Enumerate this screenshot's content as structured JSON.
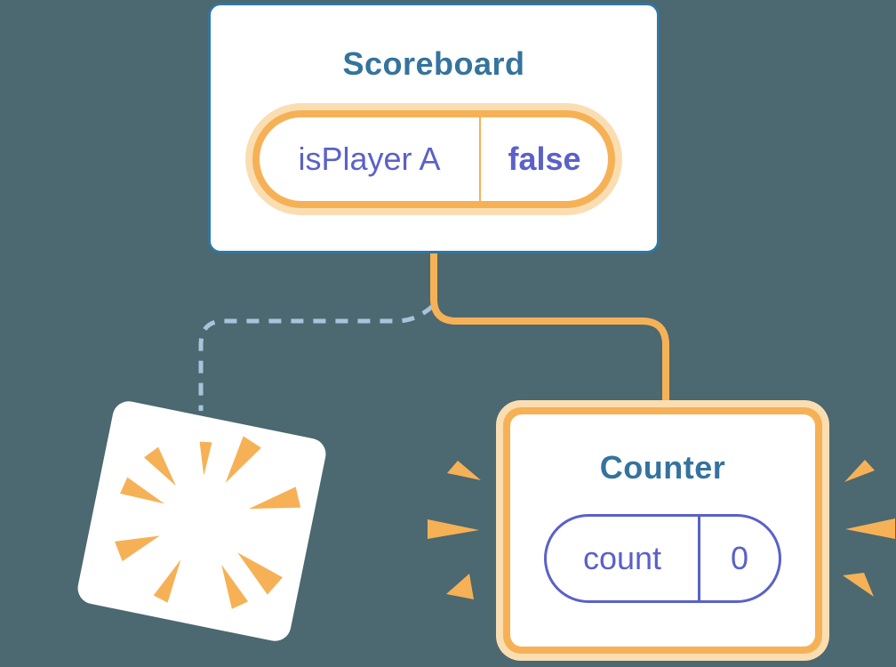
{
  "colors": {
    "background": "#4C6870",
    "card_bg": "#FFFFFF",
    "card_border_blue": "#3376A2",
    "title_teal": "#35739D",
    "orange": "#F6B156",
    "orange_pale": "#FADEB2",
    "purple": "#5B61C7",
    "pill_border_purple": "#5A61C8",
    "dashed_blue": "#A7C4DB"
  },
  "diagram": {
    "scoreboard": {
      "title": "Scoreboard",
      "state": {
        "name": "isPlayer A",
        "value": "false"
      }
    },
    "counter": {
      "title": "Counter",
      "state": {
        "name": "count",
        "value": "0"
      }
    },
    "icons": {
      "sparkle_large": "sparkle-icon",
      "sparkle_small": "sparkle-icon",
      "burst": "burst-rays-icon",
      "emphasis_left": "emphasis-rays-icon",
      "emphasis_right": "emphasis-rays-icon"
    },
    "edges": {
      "to_counter": "solid-orange",
      "to_destroyed": "dashed-blue"
    }
  }
}
